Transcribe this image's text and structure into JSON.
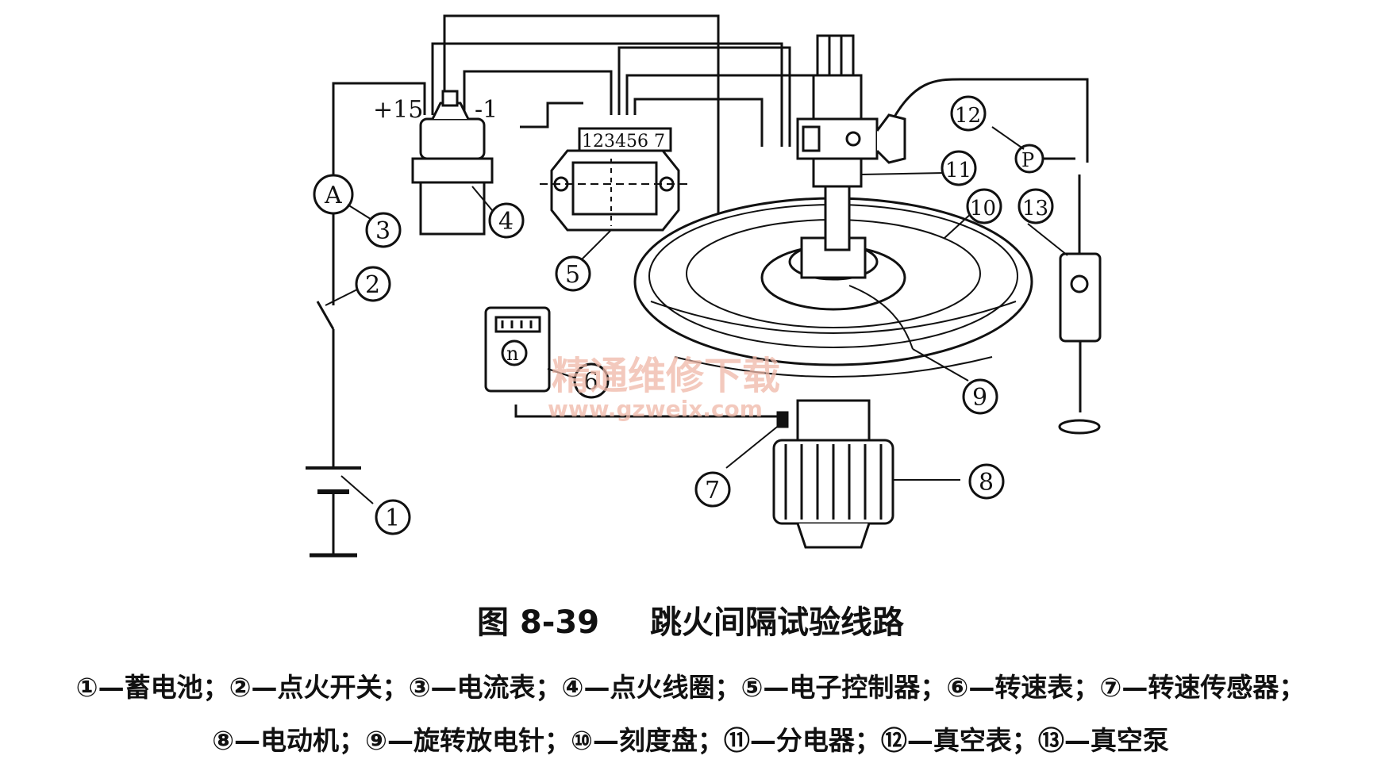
{
  "diagram": {
    "terminal_pos": "+15",
    "terminal_neg": "-1",
    "ammeter_symbol": "A",
    "vacuum_gauge_symbol": "P",
    "tachometer_symbol": "n",
    "controller_pins": "123456 7",
    "callouts": [
      "1",
      "2",
      "3",
      "4",
      "5",
      "6",
      "7",
      "8",
      "9",
      "10",
      "11",
      "12",
      "13"
    ],
    "watermark_text": "精通维修下载",
    "watermark_url": "www.gzweix.com",
    "watermark_color": "#f0b8a8"
  },
  "caption": {
    "figure": "图 8-39",
    "title": "跳火间隔试验线路"
  },
  "legend": {
    "line1": [
      "①—蓄电池；",
      "②—点火开关；",
      "③—电流表；",
      "④—点火线圈；",
      "⑤—电子控制器；",
      "⑥—转速表；",
      "⑦—转速传感器；"
    ],
    "line2": [
      "⑧—电动机；",
      "⑨—旋转放电针；",
      "⑩—刻度盘；",
      "⑪—分电器；",
      "⑫—真空表；",
      "⑬—真空泵"
    ]
  }
}
